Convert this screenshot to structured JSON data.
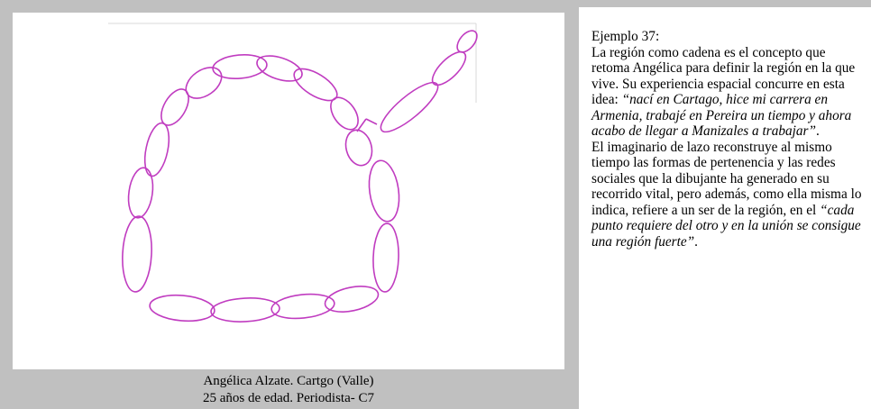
{
  "drawing": {
    "description_icon": "chain-loop-drawing",
    "stroke_color": "#c03cc0"
  },
  "caption": {
    "line1": "Angélica Alzate. Cartgo (Valle)",
    "line2": "25 años de edad. Periodista- C7"
  },
  "text": {
    "heading": "Ejemplo 37:",
    "para1_a": "La región como cadena es el concepto que retoma Angélica para definir la región en la que vive. Su experiencia espacial concurre en esta idea: ",
    "para1_quote": "“nací en Cartago, hice mi carrera en Armenia, trabajé en Pereira un tiempo y ahora acabo de llegar a Manizales a trabajar”",
    "para1_end": ".",
    "para2_a": "El imaginario de lazo reconstruye al mismo tiempo las formas de pertenencia y las redes sociales que la dibujante ha generado en su recorrido vital, pero además, como ella misma lo indica, refiere a un ser de la región, en el ",
    "para2_quote": "“cada punto requiere del otro y en la unión se consigue una región fuerte”",
    "para2_end": "."
  }
}
